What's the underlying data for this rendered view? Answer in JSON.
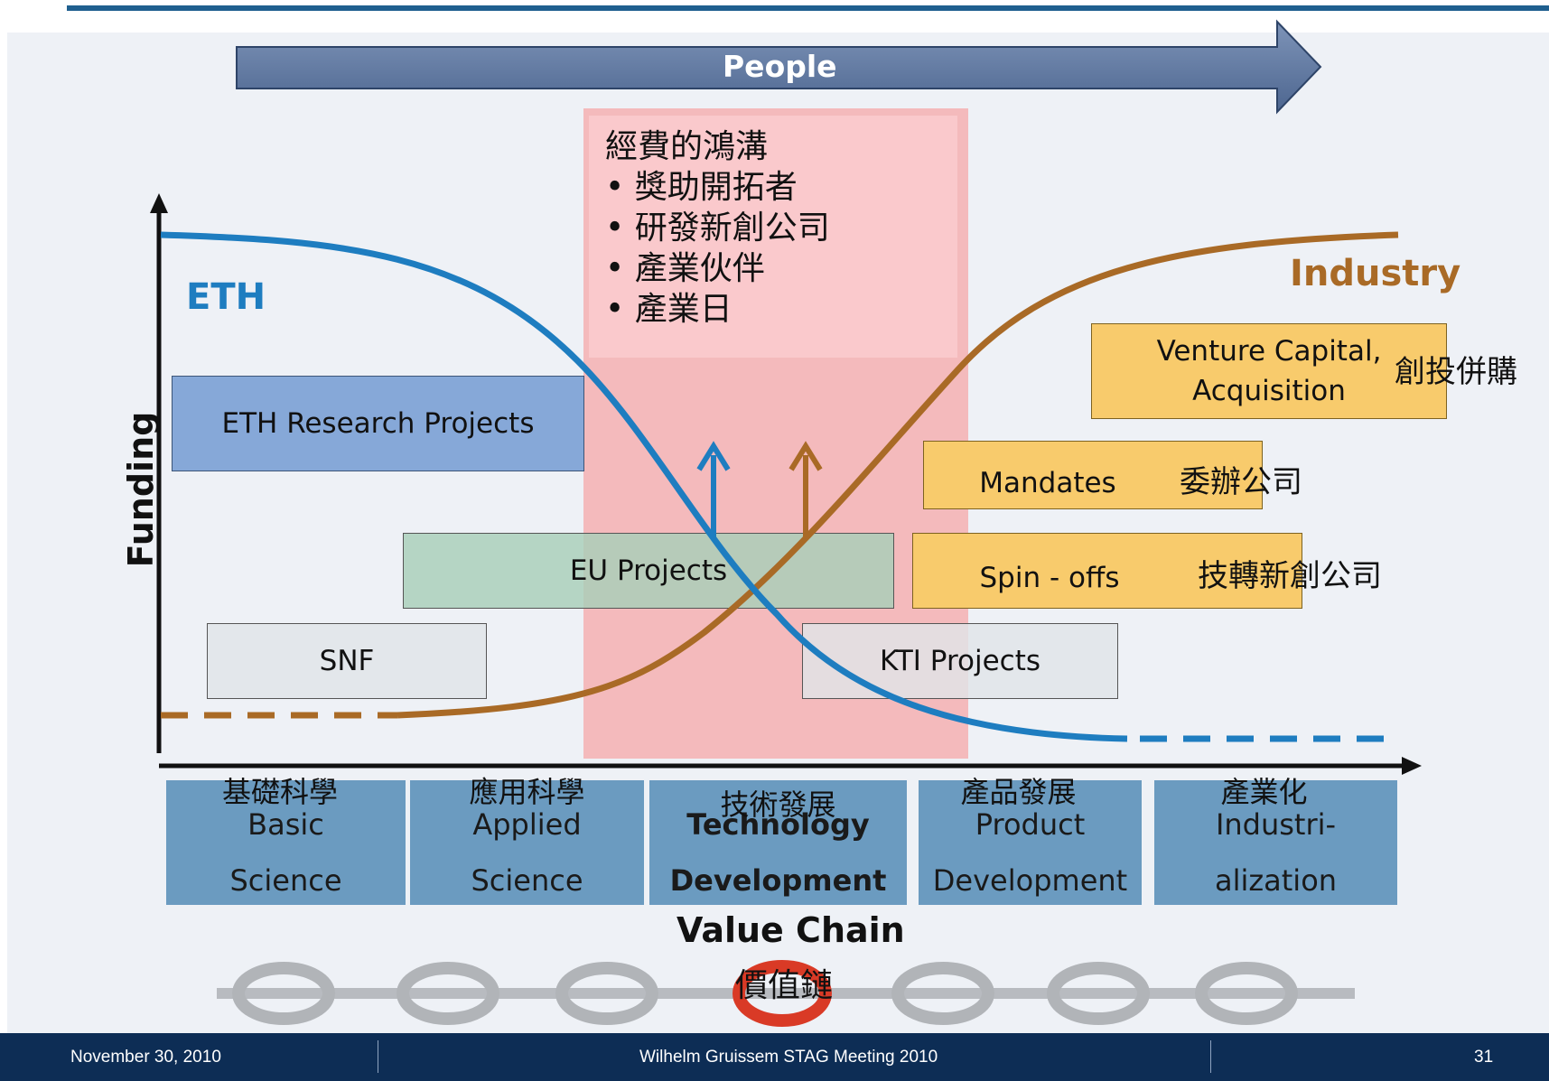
{
  "header_arrow": {
    "label": "People"
  },
  "curves": {
    "academia_label": "ETH",
    "industry_label": "Industry",
    "academia_color": "#1e7dc0",
    "industry_color": "#a96a26"
  },
  "y_axis": {
    "label": "Funding"
  },
  "funding_gap": {
    "title": "經費的鴻溝",
    "items": [
      "獎助開拓者",
      "研發新創公司",
      "產業伙伴",
      "產業日"
    ],
    "color": "#f6aaac"
  },
  "boxes": {
    "eth_research": "ETH Research Projects",
    "eu": "EU Projects",
    "snf": "SNF",
    "kti": "KTI Projects",
    "venture_line1": "Venture Capital,",
    "venture_line2": "Acquisition",
    "venture_zh": "創投併購",
    "mandates": "Mandates",
    "mandates_zh": "委辦公司",
    "spinoffs": "Spin - offs",
    "spinoffs_zh": "技轉新創公司"
  },
  "stages": [
    {
      "zh": "基礎科學",
      "line1": "Basic",
      "line2": "Science"
    },
    {
      "zh": "應用科學",
      "line1": "Applied",
      "line2": "Science"
    },
    {
      "zh": "技術發展",
      "line1": "Technology",
      "line2": "Development"
    },
    {
      "zh": "產品發展",
      "line1": "Product",
      "line2": "Development"
    },
    {
      "zh": "產業化",
      "line1": "Industri-",
      "line2": "alization"
    }
  ],
  "value_chain": {
    "label": "Value Chain",
    "zh": "價值鏈"
  },
  "footer": {
    "date": "November 30, 2010",
    "center": "Wilhelm Gruissem  STAG Meeting 2010",
    "page": "31"
  }
}
